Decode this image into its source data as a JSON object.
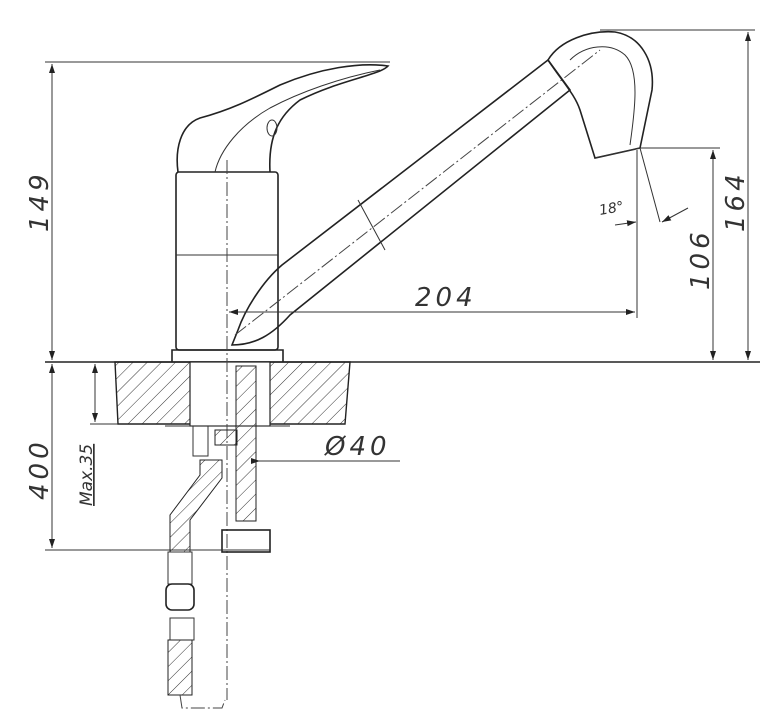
{
  "title": "Faucet with pull-out spray - dimensional drawing",
  "dimensions": {
    "height_lever": "149",
    "height_total": "164",
    "height_spout": "106",
    "reach": "204",
    "spray_angle": "18°",
    "hole_diameter": "Ø40",
    "hose_length": "400",
    "max_countertop": "Max.35"
  }
}
